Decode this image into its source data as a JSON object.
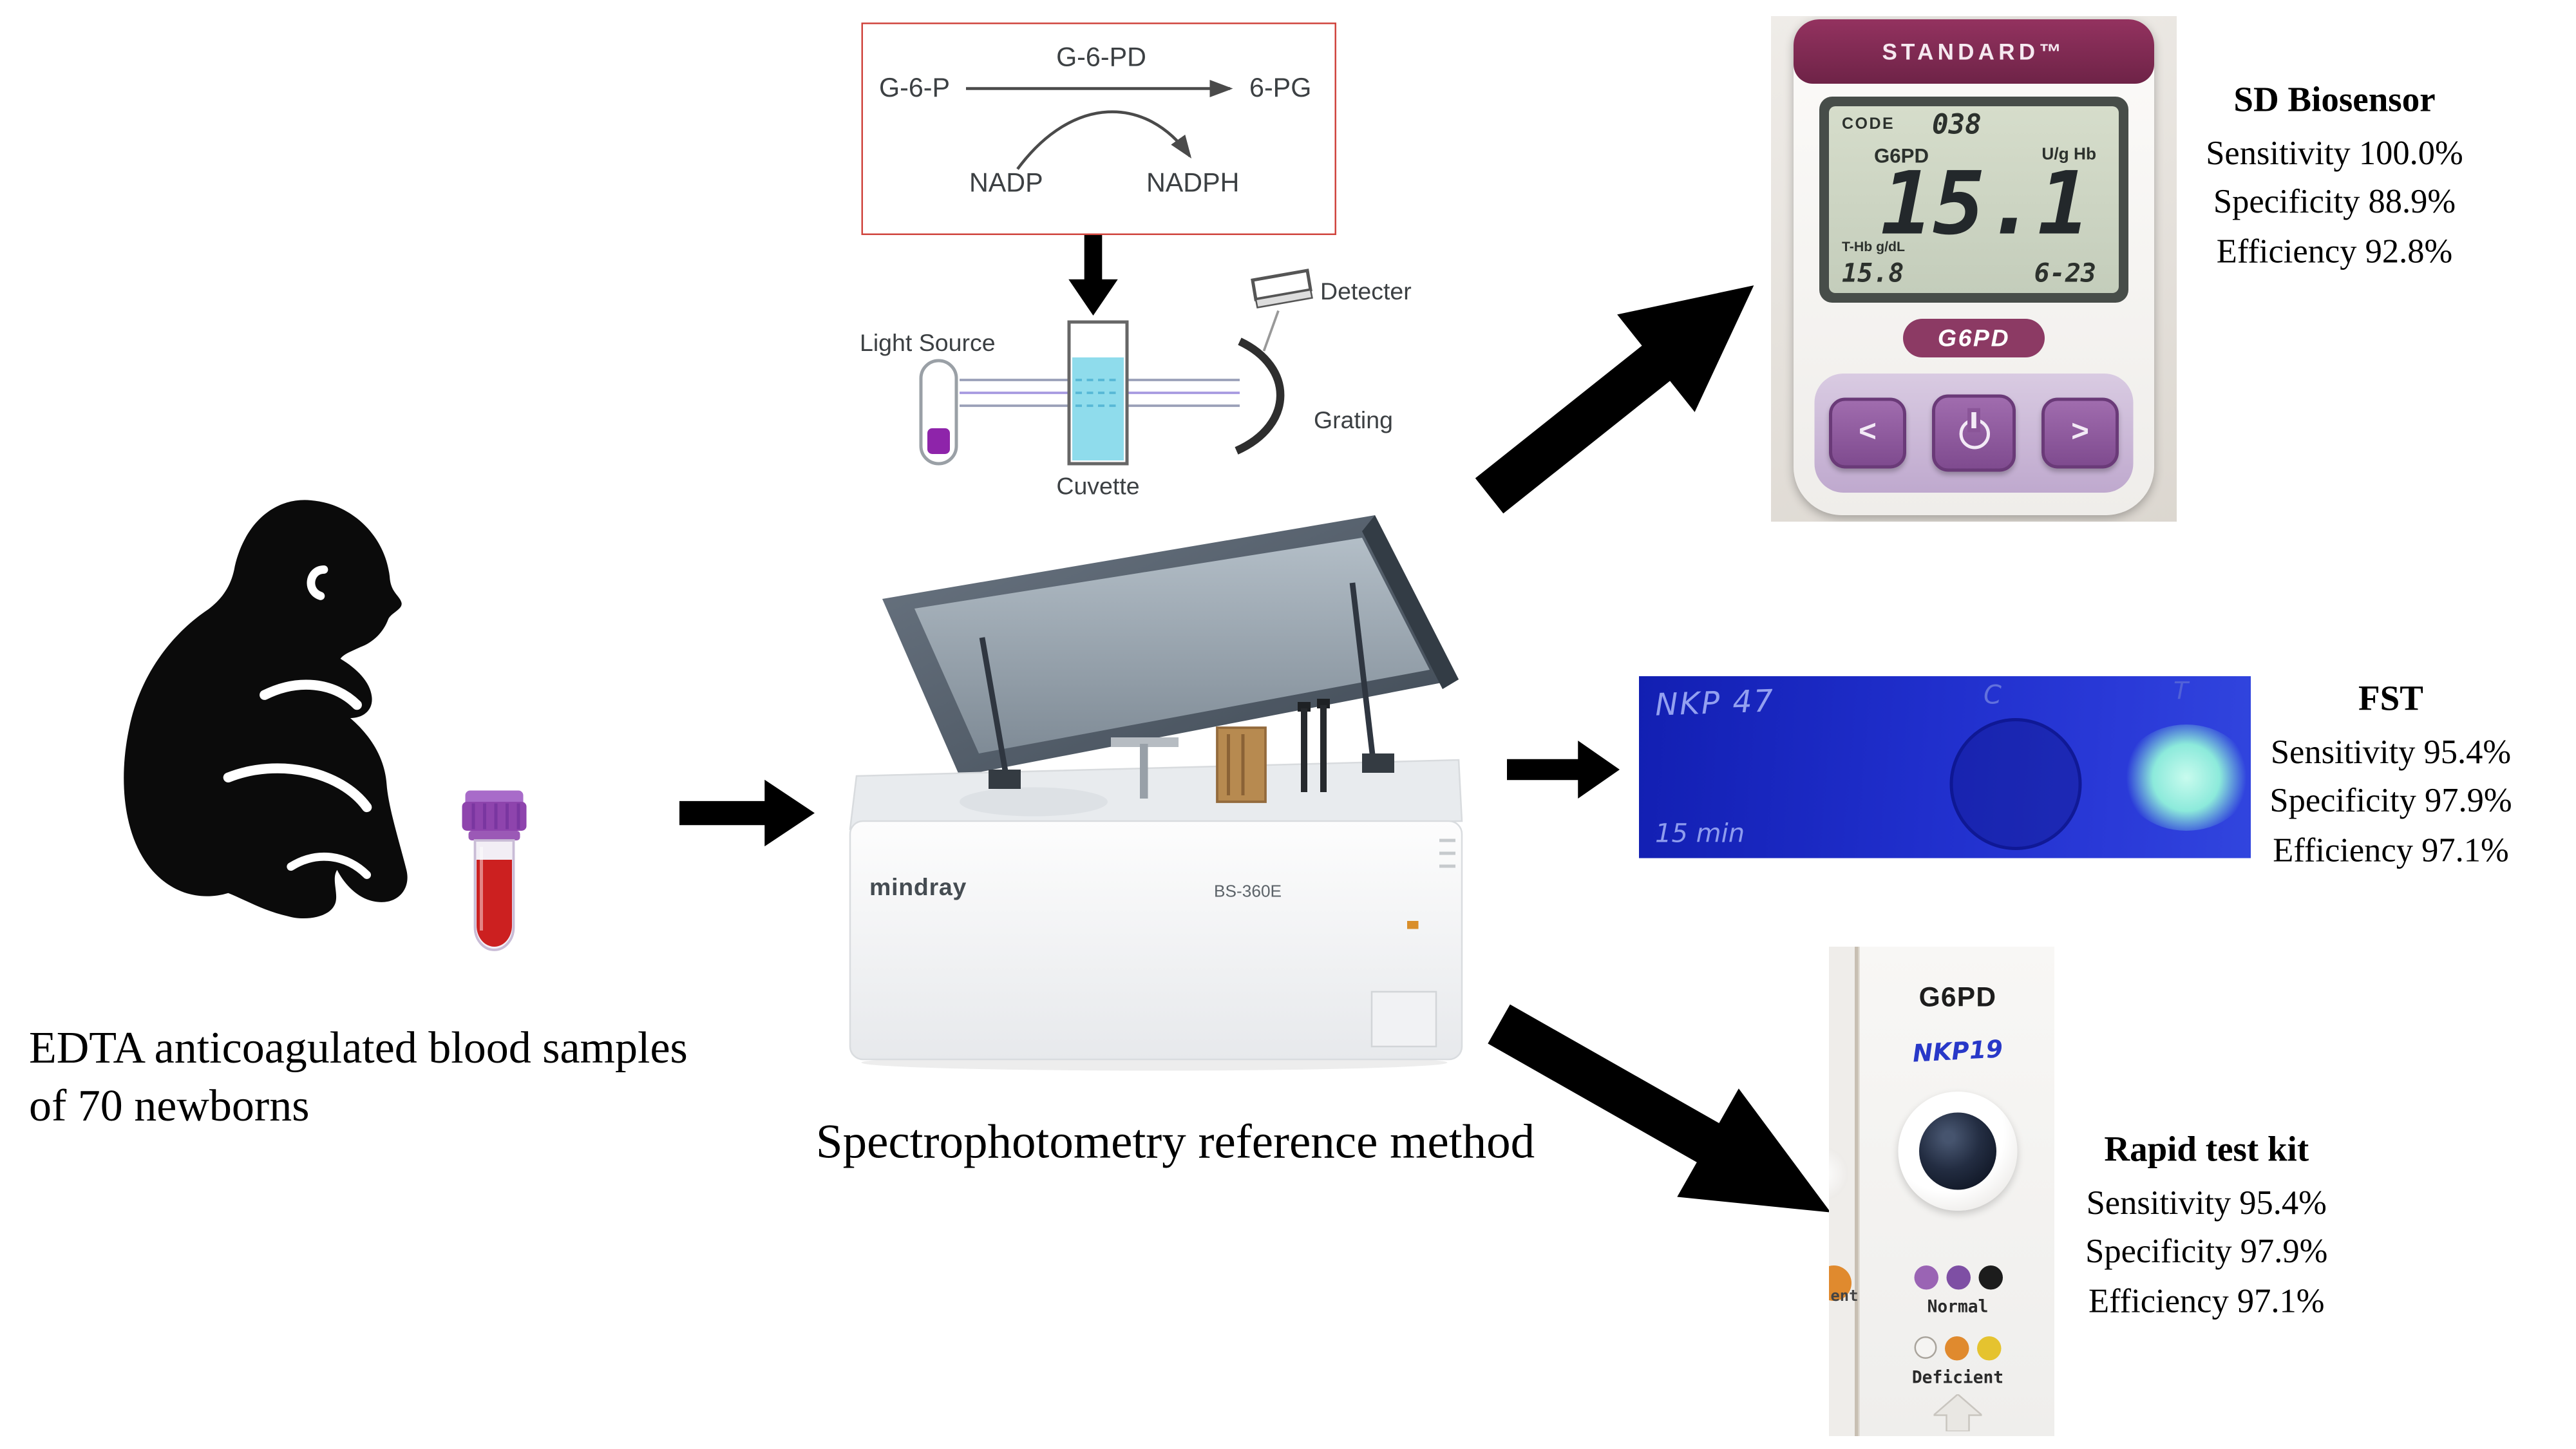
{
  "figure": {
    "sample_caption_line1": "EDTA anticoagulated blood samples",
    "sample_caption_line2": "of 70 newborns",
    "reference_caption": "Spectrophotometry reference method"
  },
  "reaction": {
    "substrate": "G-6-P",
    "enzyme": "G-6-PD",
    "product": "6-PG",
    "cofactor": "NADP",
    "reduced_cofactor": "NADPH"
  },
  "schematic": {
    "light_source": "Light Source",
    "cuvette": "Cuvette",
    "grating": "Grating",
    "detector": "Detecter"
  },
  "analyzer": {
    "brand": "mindray",
    "model": "BS-360E"
  },
  "sd_biosensor": {
    "title": "SD Biosensor",
    "sensitivity": "Sensitivity 100.0%",
    "specificity": "Specificity 88.9%",
    "efficiency": "Efficiency 92.8%",
    "device": {
      "brand": "STANDARD™",
      "code_label": "CODE",
      "code_value": "038",
      "assay": "G6PD",
      "unit": "U/g Hb",
      "reading": "15.1",
      "thb_label": "T-Hb g/dL",
      "thb_value": "15.8",
      "time": "6-23",
      "model_badge": "G6PD",
      "btn_left": "<",
      "btn_right": ">"
    }
  },
  "fst": {
    "title": "FST",
    "sensitivity": "Sensitivity 95.4%",
    "specificity": "Specificity 97.9%",
    "efficiency": "Efficiency 97.1%",
    "image": {
      "sample_id": "NKP 47",
      "control": "C",
      "test": "T",
      "time": "15 min"
    }
  },
  "rapid_kit": {
    "title": "Rapid test kit",
    "sensitivity": "Sensitivity 95.4%",
    "specificity": "Specificity 97.9%",
    "efficiency": "Efficiency 97.1%",
    "image": {
      "assay": "G6PD",
      "sample_id": "NKP19",
      "normal": "Normal",
      "deficient": "Deficient",
      "partial_text": "ent"
    }
  }
}
